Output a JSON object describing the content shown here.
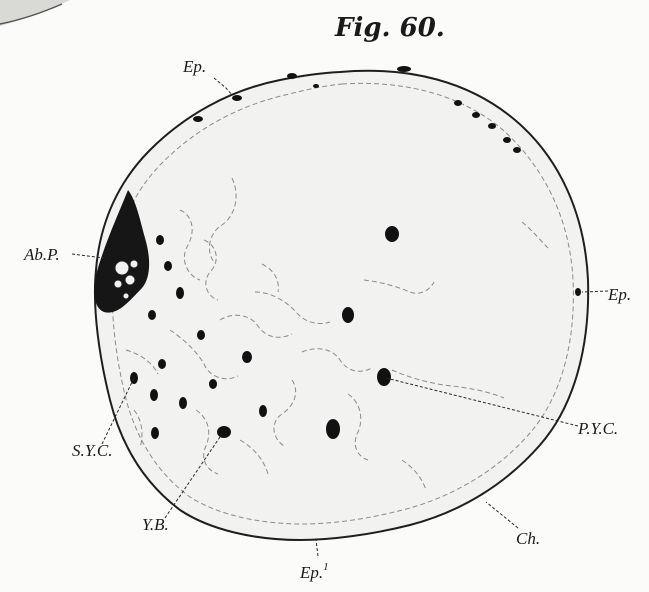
{
  "figure": {
    "title": "Fig. 60."
  },
  "labels": {
    "ep_top": "Ep.",
    "ab_p": "Ab.P.",
    "ep_right": "Ep.",
    "pyc": "P.Y.C.",
    "syc": "S.Y.C.",
    "yb": "Y.B.",
    "ch": "Ch.",
    "ep_bottom": "Ep.",
    "ep_bottom_sup": "1"
  },
  "colors": {
    "background": "#fbfbfa",
    "egg_fill": "#f2f2f1",
    "outline": "#1f1f1f",
    "ink": "#111111"
  }
}
